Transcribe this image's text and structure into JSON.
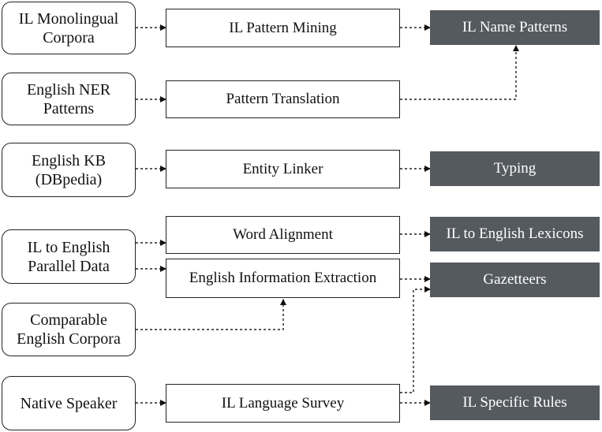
{
  "sources": {
    "il_monolingual": "IL Monolingual Corpora",
    "english_ner": "English NER Patterns",
    "english_kb": "English KB (DBpedia)",
    "parallel_data": "IL to English Parallel Data",
    "comparable": "Comparable English Corpora",
    "native_speaker": "Native Speaker"
  },
  "processes": {
    "pattern_mining": "IL Pattern Mining",
    "pattern_translation": "Pattern Translation",
    "entity_linker": "Entity Linker",
    "word_alignment": "Word Alignment",
    "english_ie": "English Information Extraction",
    "language_survey": "IL Language Survey"
  },
  "outputs": {
    "name_patterns": "IL Name Patterns",
    "typing": "Typing",
    "lexicons": "IL to English Lexicons",
    "gazetteers": "Gazetteers",
    "specific_rules": "IL Specific Rules"
  },
  "colors": {
    "output_fill": "#555a5f",
    "line": "#222222"
  }
}
